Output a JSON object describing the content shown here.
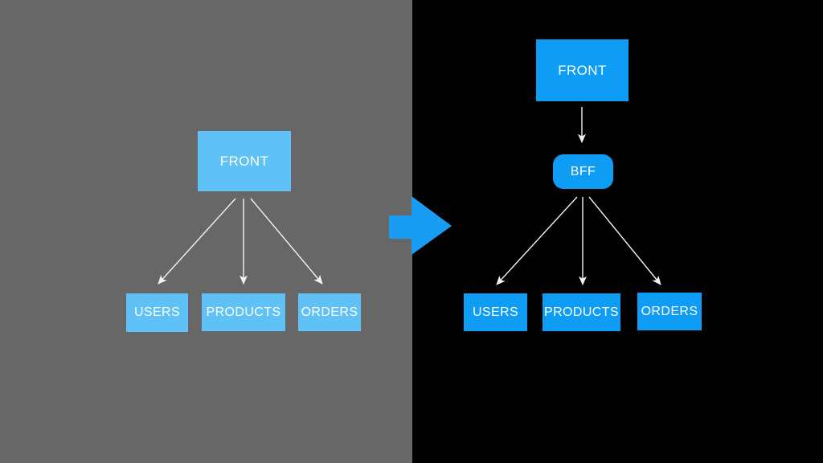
{
  "diagram": {
    "before": {
      "panel_bg": "#676767",
      "node_color": "#5fc1f5",
      "text_color": "#ffffff",
      "front": "FRONT",
      "services": [
        "USERS",
        "PRODUCTS",
        "ORDERS"
      ]
    },
    "after": {
      "panel_bg": "#000000",
      "node_color": "#0e9cf4",
      "text_color": "#ffffff",
      "front": "FRONT",
      "bff": "BFF",
      "services": [
        "USERS",
        "PRODUCTS",
        "ORDERS"
      ]
    },
    "transition": {
      "arrow_color": "#189df3",
      "connector_color": "#f2f2f2"
    }
  }
}
